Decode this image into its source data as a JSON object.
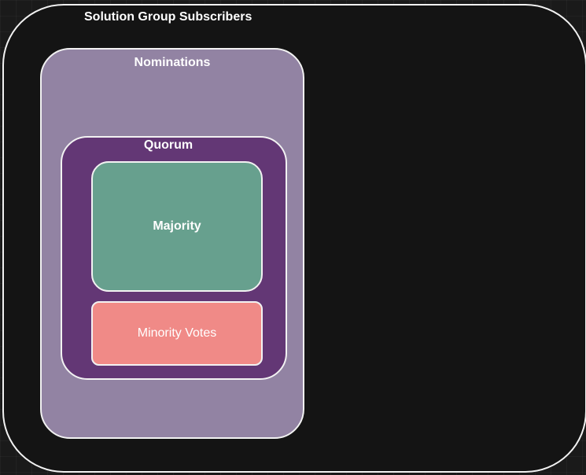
{
  "diagram": {
    "outer": {
      "label": "Solution Group Subscribers",
      "fill": "#141414",
      "stroke": "#f2f2f2"
    },
    "nominations": {
      "label": "Nominations",
      "fill": "#9283a3"
    },
    "quorum": {
      "label": "Quorum",
      "fill": "#633775"
    },
    "majority": {
      "label": "Majority",
      "fill": "#67a08e"
    },
    "minority": {
      "label": "Minority Votes",
      "fill": "#f08a87"
    }
  }
}
